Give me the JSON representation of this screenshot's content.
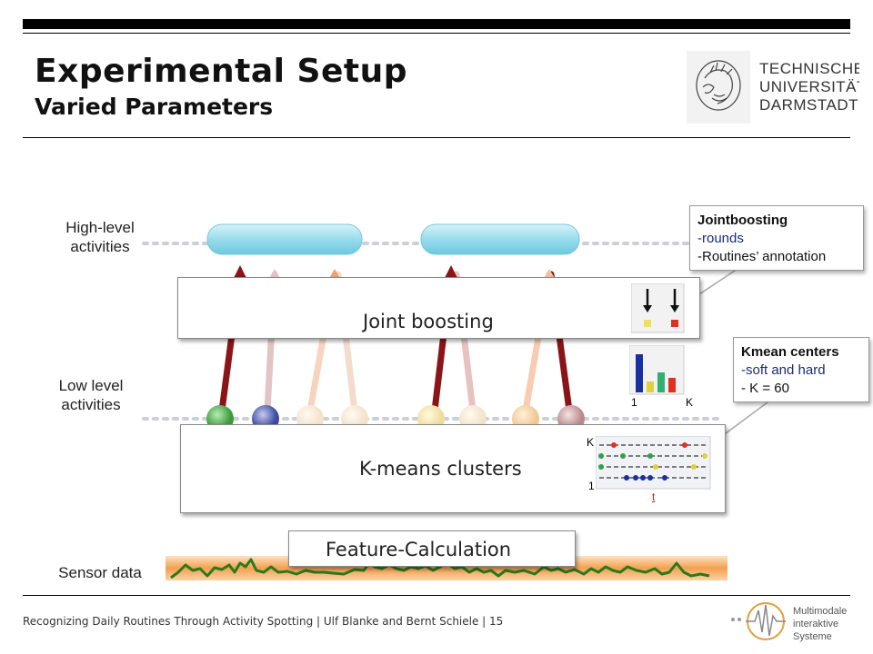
{
  "slide": {
    "title": "Experimental Setup",
    "subtitle": "Varied Parameters",
    "footer": "Recognizing Daily Routines Through Activity Spotting  |  Ulf Blanke and Bernt Schiele  |  15"
  },
  "logos": {
    "tu_lines": [
      "TECHNISCHE",
      "UNIVERSITÄT",
      "DARMSTADT"
    ],
    "mm_lines": [
      "Multimodale",
      "interaktive",
      "Systeme"
    ]
  },
  "rows": {
    "high_level": [
      "High-level",
      "activities"
    ],
    "low_level": [
      "Low level",
      "activities"
    ],
    "sensor": "Sensor data"
  },
  "boxes": {
    "joint_boosting": "Joint boosting",
    "kmeans": "K-means clusters",
    "feature": "Feature-Calculation"
  },
  "callouts": {
    "joint": {
      "title": "Jointboosting",
      "line1": "-rounds",
      "line2": "-Routines’ annotation"
    },
    "kmean": {
      "title": "Kmean centers",
      "line1": "-soft and hard",
      "line2": "- K = 60"
    }
  },
  "bar_icon": {
    "x_start": "1",
    "x_end": "K",
    "bar_colors": [
      "#1a2ea0",
      "#e0d040",
      "#30b070",
      "#e03020"
    ]
  },
  "cluster_icon": {
    "y_top": "K",
    "y_bottom": "1",
    "x_label": "t"
  },
  "colors": {
    "pill": "#8fd6e6",
    "dotted": "#c8d0dc",
    "arrow_dark": "#8a1418",
    "sensor_band": "#f4a050",
    "signal": "#2a7a1a"
  }
}
